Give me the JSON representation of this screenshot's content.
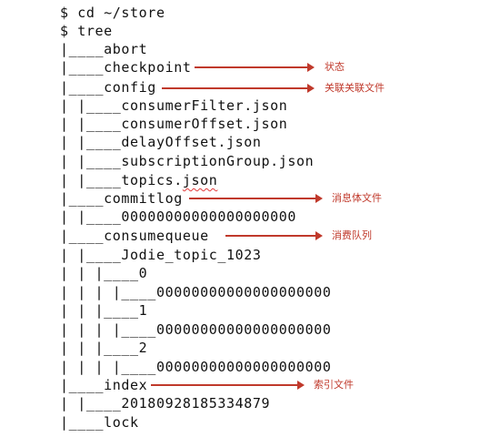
{
  "terminal": {
    "lines": [
      "$ cd ~/store",
      "$ tree",
      "|____abort",
      "|____checkpoint",
      "|____config",
      "| |____consumerFilter.json",
      "| |____consumerOffset.json",
      "| |____delayOffset.json",
      "| |____subscriptionGroup.json",
      "| |____topics.json",
      "|____commitlog",
      "| |____00000000000000000000",
      "|____consumequeue",
      "| |____Jodie_topic_1023",
      "| | |____0",
      "| | | |____00000000000000000000",
      "| | |____1",
      "| | | |____00000000000000000000",
      "| | |____2",
      "| | | |____00000000000000000000",
      "|____index",
      "| |____20180928185334879",
      "|____lock"
    ]
  },
  "annotations": {
    "checkpoint": "状态",
    "config": "关联关联文件",
    "commitlog": "消息体文件",
    "consumequeue": "消费队列",
    "index": "索引文件"
  },
  "colors": {
    "annotation": "#c0392b",
    "text": "#111111",
    "spellcheck": "#e23b3b"
  }
}
